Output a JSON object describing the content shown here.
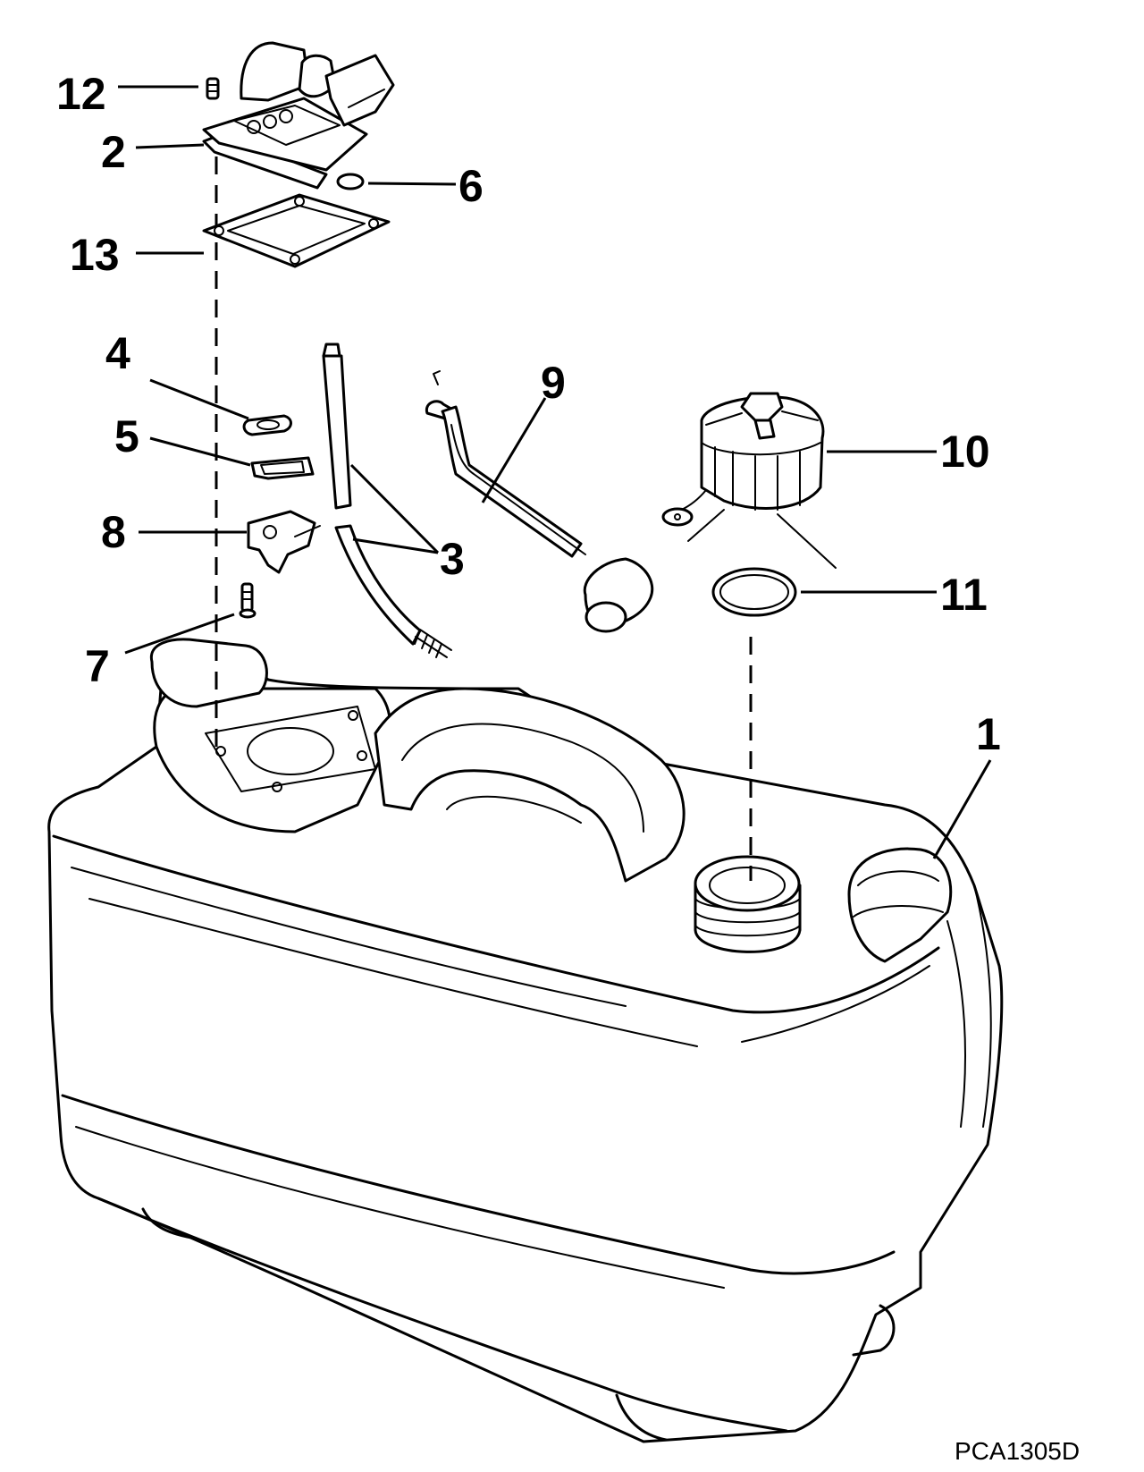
{
  "diagram": {
    "drawing_code": "PCA1305D",
    "callouts": [
      {
        "id": "c12",
        "text": "12"
      },
      {
        "id": "c2",
        "text": "2"
      },
      {
        "id": "c6",
        "text": "6"
      },
      {
        "id": "c13",
        "text": "13"
      },
      {
        "id": "c4",
        "text": "4"
      },
      {
        "id": "c9",
        "text": "9"
      },
      {
        "id": "c5",
        "text": "5"
      },
      {
        "id": "c10",
        "text": "10"
      },
      {
        "id": "c8",
        "text": "8"
      },
      {
        "id": "c3",
        "text": "3"
      },
      {
        "id": "c11",
        "text": "11"
      },
      {
        "id": "c7",
        "text": "7"
      },
      {
        "id": "c1",
        "text": "1"
      }
    ]
  }
}
